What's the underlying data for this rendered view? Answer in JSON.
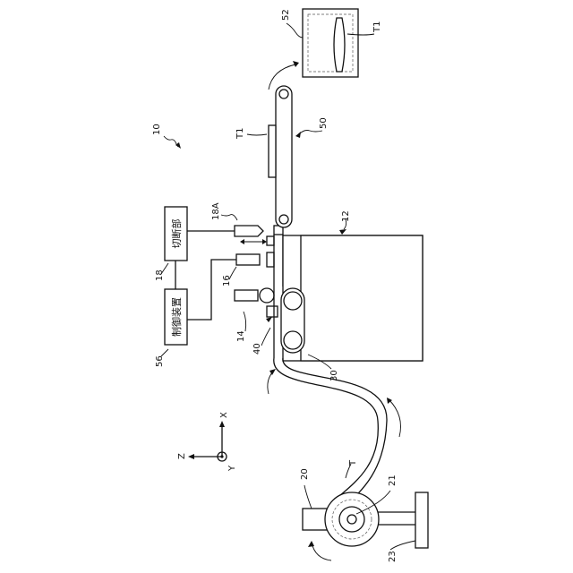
{
  "figure": {
    "diagram_ref": "10",
    "blocks": {
      "control_unit": {
        "label": "制御装置",
        "ref": "56"
      },
      "cutting_unit": {
        "label": "切断部",
        "ref": "18"
      }
    },
    "refs": {
      "cutter_blade": "18A",
      "sensor": "16",
      "guide": "14",
      "roller": "40",
      "feeder": "30",
      "stage": "12",
      "conveyor": "50",
      "tray": "52",
      "cut_piece": "T1",
      "tray_piece": "T1",
      "tape": "T",
      "reel": "20",
      "hub": "21",
      "stand": "23"
    },
    "axes": {
      "z": "Z",
      "x": "X",
      "y": "Y"
    }
  }
}
